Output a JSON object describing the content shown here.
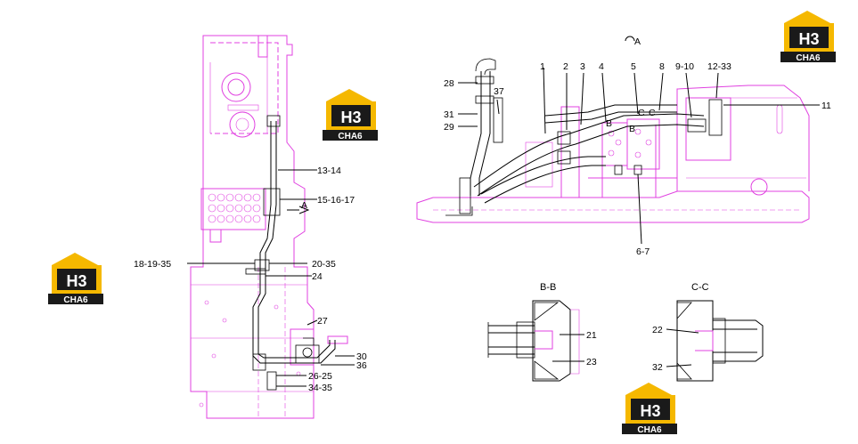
{
  "labels": {
    "left_view": [
      "13-14",
      "15-16-17",
      "A",
      "18-19-35",
      "20-35",
      "24",
      "27",
      "30",
      "36",
      "26-25",
      "34-35"
    ],
    "right_view_top": [
      "1",
      "2",
      "3",
      "4",
      "5",
      "8",
      "9-10",
      "12-33"
    ],
    "right_view_side": [
      "28",
      "37",
      "31",
      "29",
      "11",
      "6-7"
    ],
    "right_view_markers": [
      "B",
      "C",
      "C",
      "B"
    ],
    "view_arrow": "A",
    "section_bb": {
      "title": "B-B",
      "parts": [
        "21",
        "23"
      ]
    },
    "section_cc": {
      "title": "C-C",
      "parts": [
        "22",
        "32"
      ]
    }
  },
  "watermark": {
    "brand_top": "H3",
    "brand_bottom": "CHA6",
    "colors": {
      "yellow": "#f5b800",
      "dark": "#1a1a1a"
    }
  },
  "colors": {
    "drawing": "#e040e0",
    "lines": "#000000"
  }
}
